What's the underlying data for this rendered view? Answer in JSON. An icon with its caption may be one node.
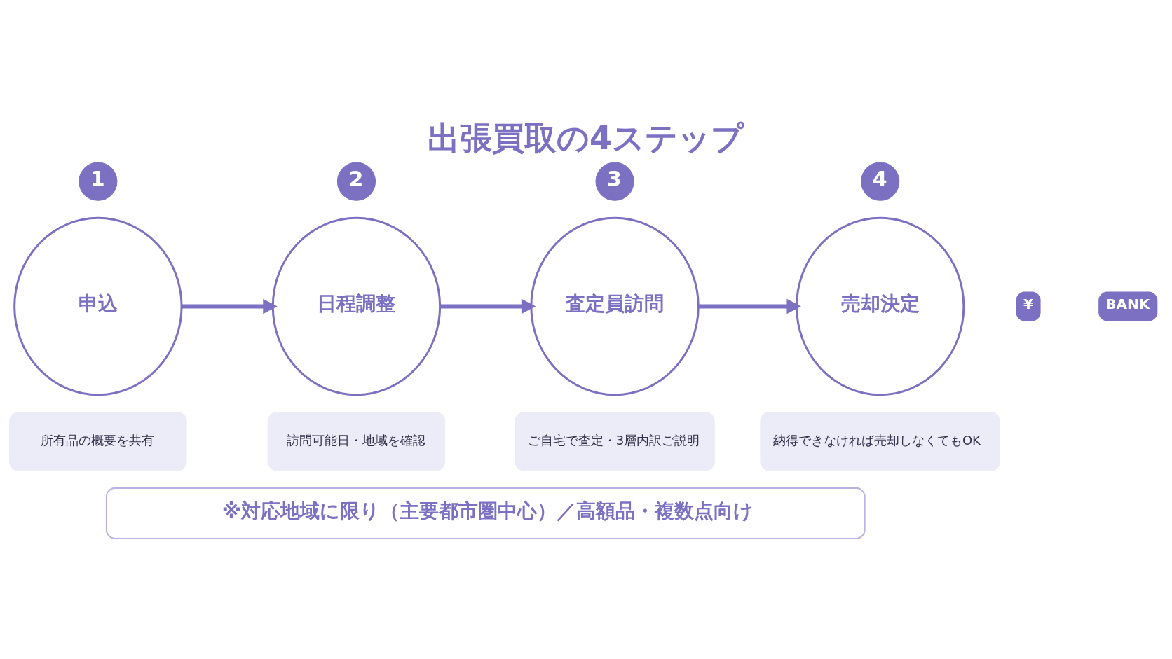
{
  "diagram": {
    "title": "出張買取の4ステップ",
    "nodes": [
      {
        "text": [
          "1"
        ]
      },
      {
        "text": [
          "申込"
        ]
      },
      {
        "text": [
          "所有品の概要を共有"
        ]
      },
      {
        "text": [
          "2"
        ]
      },
      {
        "text": [
          "日程調整"
        ]
      },
      {
        "text": [
          "訪問可能日・地域を確認"
        ]
      },
      {
        "text": [
          "3"
        ]
      },
      {
        "text": [
          "査定員訪問"
        ]
      },
      {
        "text": [
          "ご自宅で査定・3層内訳ご説明"
        ]
      },
      {
        "text": [
          "4"
        ]
      },
      {
        "text": [
          "売却決定"
        ]
      },
      {
        "text": [
          "納得できなければ売却しなくてもOK"
        ]
      },
      {
        "text": [
          "※対応地域に限り（主要都市圏中心）／高額品・複数点向け"
        ]
      }
    ],
    "edges": [
      {
        "from": 1,
        "to": 4,
        "arrow": "to"
      },
      {
        "from": 4,
        "to": 7,
        "arrow": "to"
      },
      {
        "from": 7,
        "to": 10,
        "arrow": "to"
      }
    ],
    "labels": [
      "¥",
      "BANK"
    ]
  }
}
